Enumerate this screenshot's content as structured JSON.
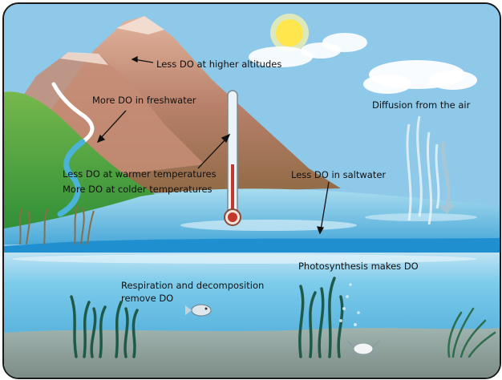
{
  "labels": {
    "altitude": "Less DO at higher altitudes",
    "freshwater": "More DO in freshwater",
    "diffusion": "Diffusion from the air",
    "warmer": "Less DO at warmer temperatures",
    "colder": "More DO at colder temperatures",
    "saltwater": "Less DO in saltwater",
    "photosynthesis": "Photosynthesis makes DO",
    "respiration_line1": "Respiration and decomposition",
    "respiration_line2": "remove DO"
  },
  "colors": {
    "sky": "#8ec9ea",
    "mountain": "#b8806a",
    "hill": "#3f9f3a",
    "river": "#4bb3d8",
    "water_surface": "#1f8fcf",
    "underwater": "#6cc0e6",
    "seabed": "#9aa9a5",
    "sun": "#ffe64d",
    "thermometer_bulb": "#c0392b",
    "seagrass": "#1f5a48"
  }
}
